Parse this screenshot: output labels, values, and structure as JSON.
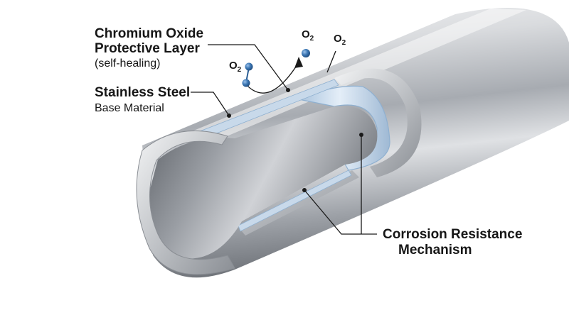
{
  "labels": {
    "chromium_oxide": {
      "line1": "Chromium Oxide",
      "line2": "Protective Layer",
      "line3": "(self-healing)"
    },
    "stainless_steel": {
      "line1": "Stainless Steel",
      "line2": "Base Material"
    },
    "mechanism": {
      "line1": "Corrosion Resistance",
      "line2": "Mechanism"
    },
    "oxygen": {
      "symbol": "O",
      "subscript": "2"
    }
  },
  "colors": {
    "steel_light": "#e6e7e9",
    "steel_mid": "#b9bcc1",
    "steel_dark": "#6f7379",
    "oxide_layer": "#c8d9ea",
    "oxide_edge": "#8fb0d0",
    "oxygen_atom": "#3d78b5",
    "leader_line": "#1a1a1a"
  }
}
